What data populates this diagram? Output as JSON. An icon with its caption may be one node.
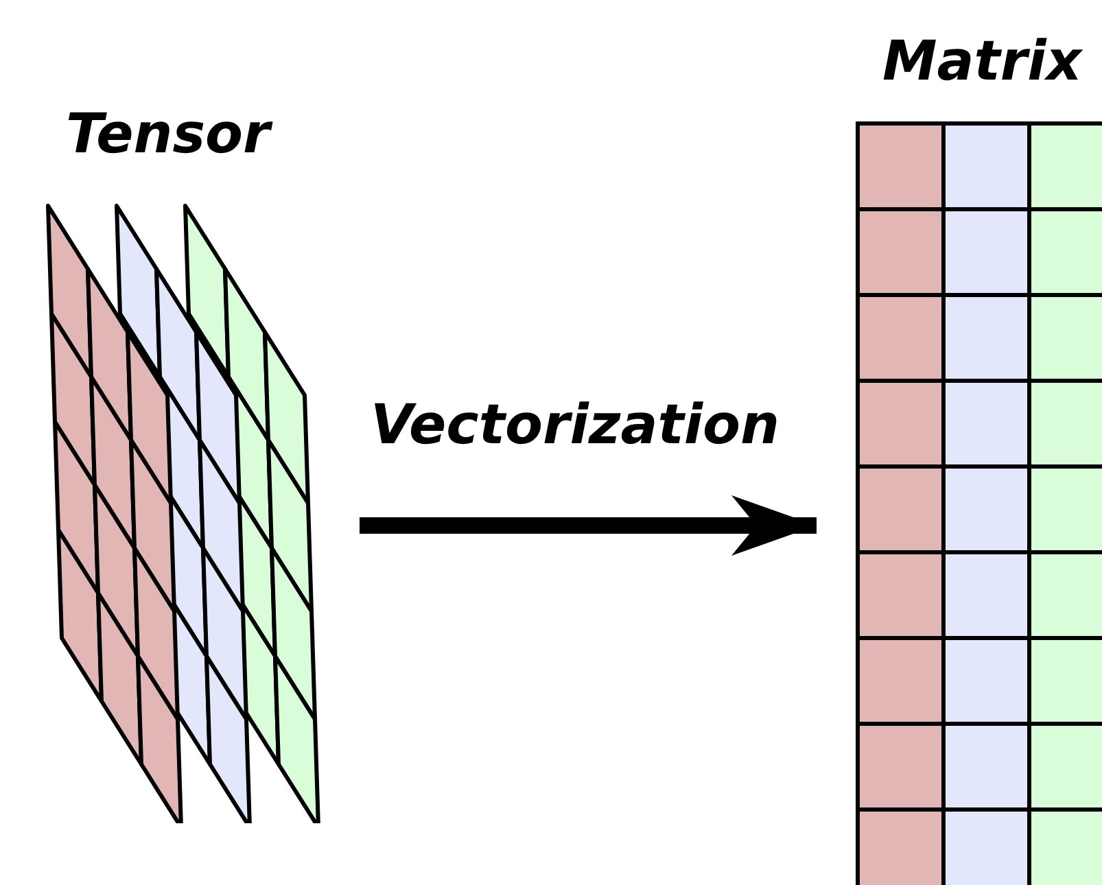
{
  "diagram": {
    "nodes": [
      {
        "text": [
          "Tensor"
        ]
      },
      {
        "text": [
          "Matrix"
        ]
      }
    ],
    "edges": [
      {
        "from": 0,
        "to": 1,
        "arrow": "to",
        "label": "Vectorization"
      }
    ]
  }
}
